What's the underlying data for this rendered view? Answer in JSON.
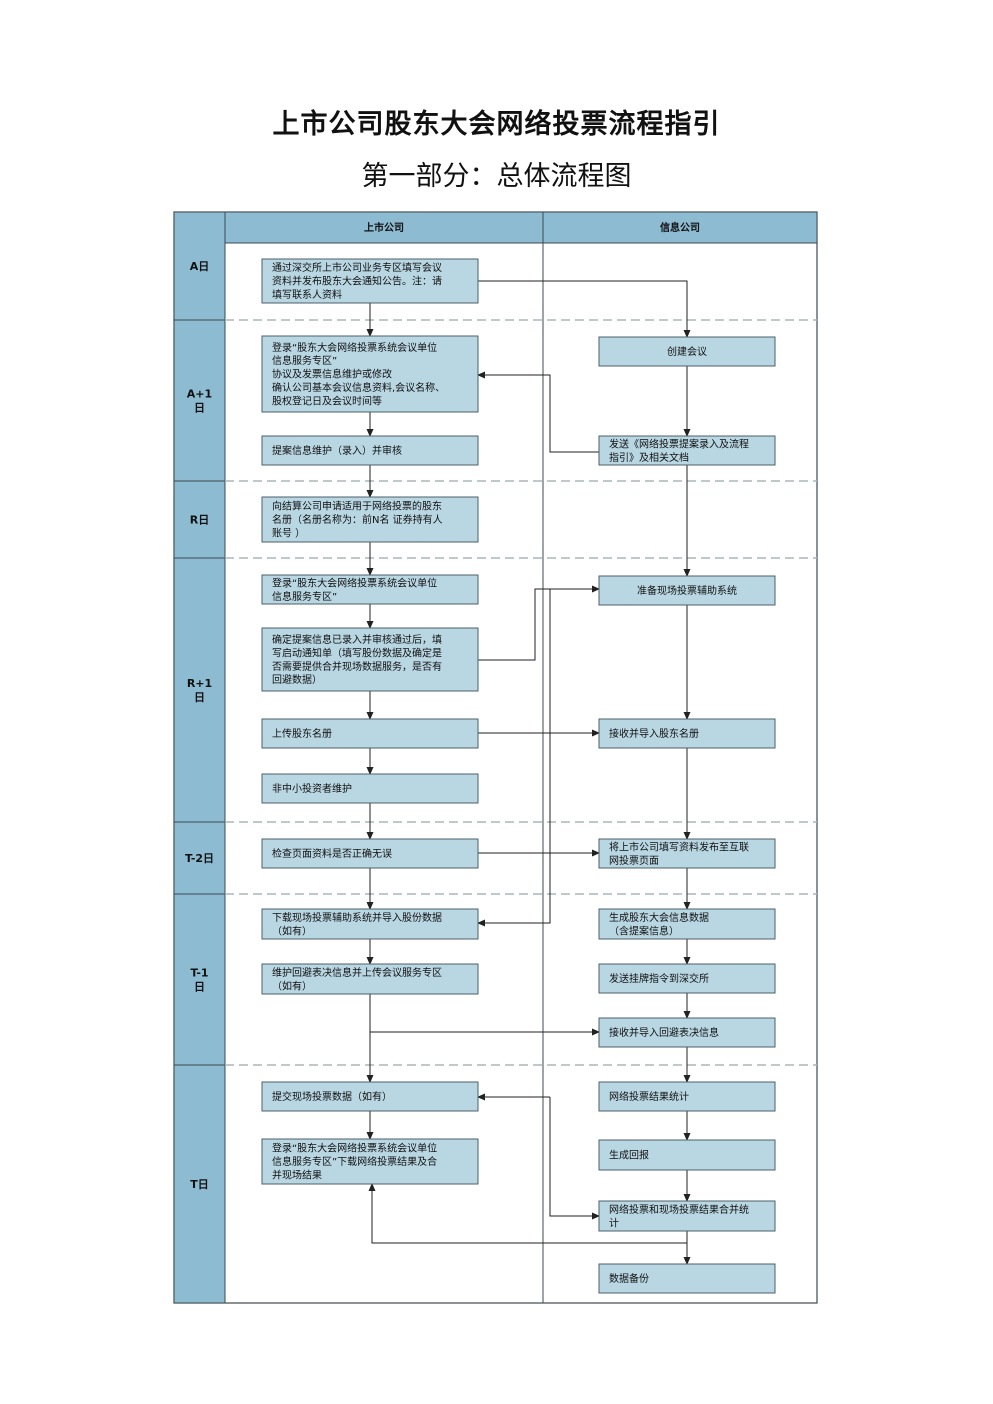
{
  "title": "上市公司股东大会网络投票流程指引",
  "subtitle": "第一部分：总体流程图",
  "lanes": {
    "left": "上市公司",
    "right": "信息公司"
  },
  "days": [
    {
      "id": "A",
      "lines": [
        "A日"
      ]
    },
    {
      "id": "A1",
      "lines": [
        "A+1",
        "日"
      ]
    },
    {
      "id": "R",
      "lines": [
        "R日"
      ]
    },
    {
      "id": "R1",
      "lines": [
        "R+1",
        "日"
      ]
    },
    {
      "id": "T2",
      "lines": [
        "T-2日"
      ]
    },
    {
      "id": "T1",
      "lines": [
        "T-1",
        "日"
      ]
    },
    {
      "id": "T",
      "lines": [
        "T日"
      ]
    }
  ],
  "boxes": [
    {
      "id": "L1",
      "lines": [
        "通过深交所上市公司业务专区填写会议",
        "资料并发布股东大会通知公告。注：请",
        "填写联系人资料"
      ]
    },
    {
      "id": "L2",
      "lines": [
        "登录“股东大会网络投票系统会议单位",
        "信息服务专区”",
        "协议及发票信息维护或修改",
        "确认公司基本会议信息资料,会议名称、",
        "股权登记日及会议时间等"
      ]
    },
    {
      "id": "L3",
      "lines": [
        "提案信息维护（录入）并审核"
      ]
    },
    {
      "id": "L4",
      "lines": [
        "向结算公司申请适用于网络投票的股东",
        "名册（名册名称为：前N名 证券持有人",
        "账号 ）"
      ]
    },
    {
      "id": "L5",
      "lines": [
        "登录“股东大会网络投票系统会议单位",
        "信息服务专区”"
      ]
    },
    {
      "id": "L6",
      "lines": [
        "确定提案信息已录入并审核通过后，填",
        "写启动通知单（填写股份数据及确定是",
        "否需要提供合并现场数据服务，是否有",
        "回避数据）"
      ]
    },
    {
      "id": "L7",
      "lines": [
        "上传股东名册"
      ]
    },
    {
      "id": "L8",
      "lines": [
        "非中小投资者维护"
      ]
    },
    {
      "id": "L9",
      "lines": [
        "检查页面资料是否正确无误"
      ]
    },
    {
      "id": "L10",
      "lines": [
        "下载现场投票辅助系统并导入股份数据",
        "（如有）"
      ]
    },
    {
      "id": "L11",
      "lines": [
        "维护回避表决信息并上传会议服务专区",
        "（如有）"
      ]
    },
    {
      "id": "L12",
      "lines": [
        "提交现场投票数据（如有）"
      ]
    },
    {
      "id": "L13",
      "lines": [
        "登录“股东大会网络投票系统会议单位",
        "信息服务专区”下载网络投票结果及合",
        "并现场结果"
      ]
    },
    {
      "id": "R1b",
      "lines": [
        "创建会议"
      ]
    },
    {
      "id": "R2b",
      "lines": [
        "发送《网络投票提案录入及流程",
        "指引》及相关文档"
      ]
    },
    {
      "id": "R3b",
      "lines": [
        "准备现场投票辅助系统"
      ]
    },
    {
      "id": "R4b",
      "lines": [
        "接收并导入股东名册"
      ]
    },
    {
      "id": "R5b",
      "lines": [
        "将上市公司填写资料发布至互联",
        "网投票页面"
      ]
    },
    {
      "id": "R6b",
      "lines": [
        "生成股东大会信息数据",
        "（含提案信息）"
      ]
    },
    {
      "id": "R7b",
      "lines": [
        "发送挂牌指令到深交所"
      ]
    },
    {
      "id": "R8b",
      "lines": [
        "接收并导入回避表决信息"
      ]
    },
    {
      "id": "R9b",
      "lines": [
        "网络投票结果统计"
      ]
    },
    {
      "id": "R10b",
      "lines": [
        "生成回报"
      ]
    },
    {
      "id": "R11b",
      "lines": [
        "网络投票和现场投票结果合并统",
        "计"
      ]
    },
    {
      "id": "R12b",
      "lines": [
        "数据备份"
      ]
    }
  ],
  "colors": {
    "box_fill": "#b9d7e3",
    "header_fill": "#8dbbd1",
    "border": "#3d4a50",
    "separator": "#aab5ba"
  }
}
